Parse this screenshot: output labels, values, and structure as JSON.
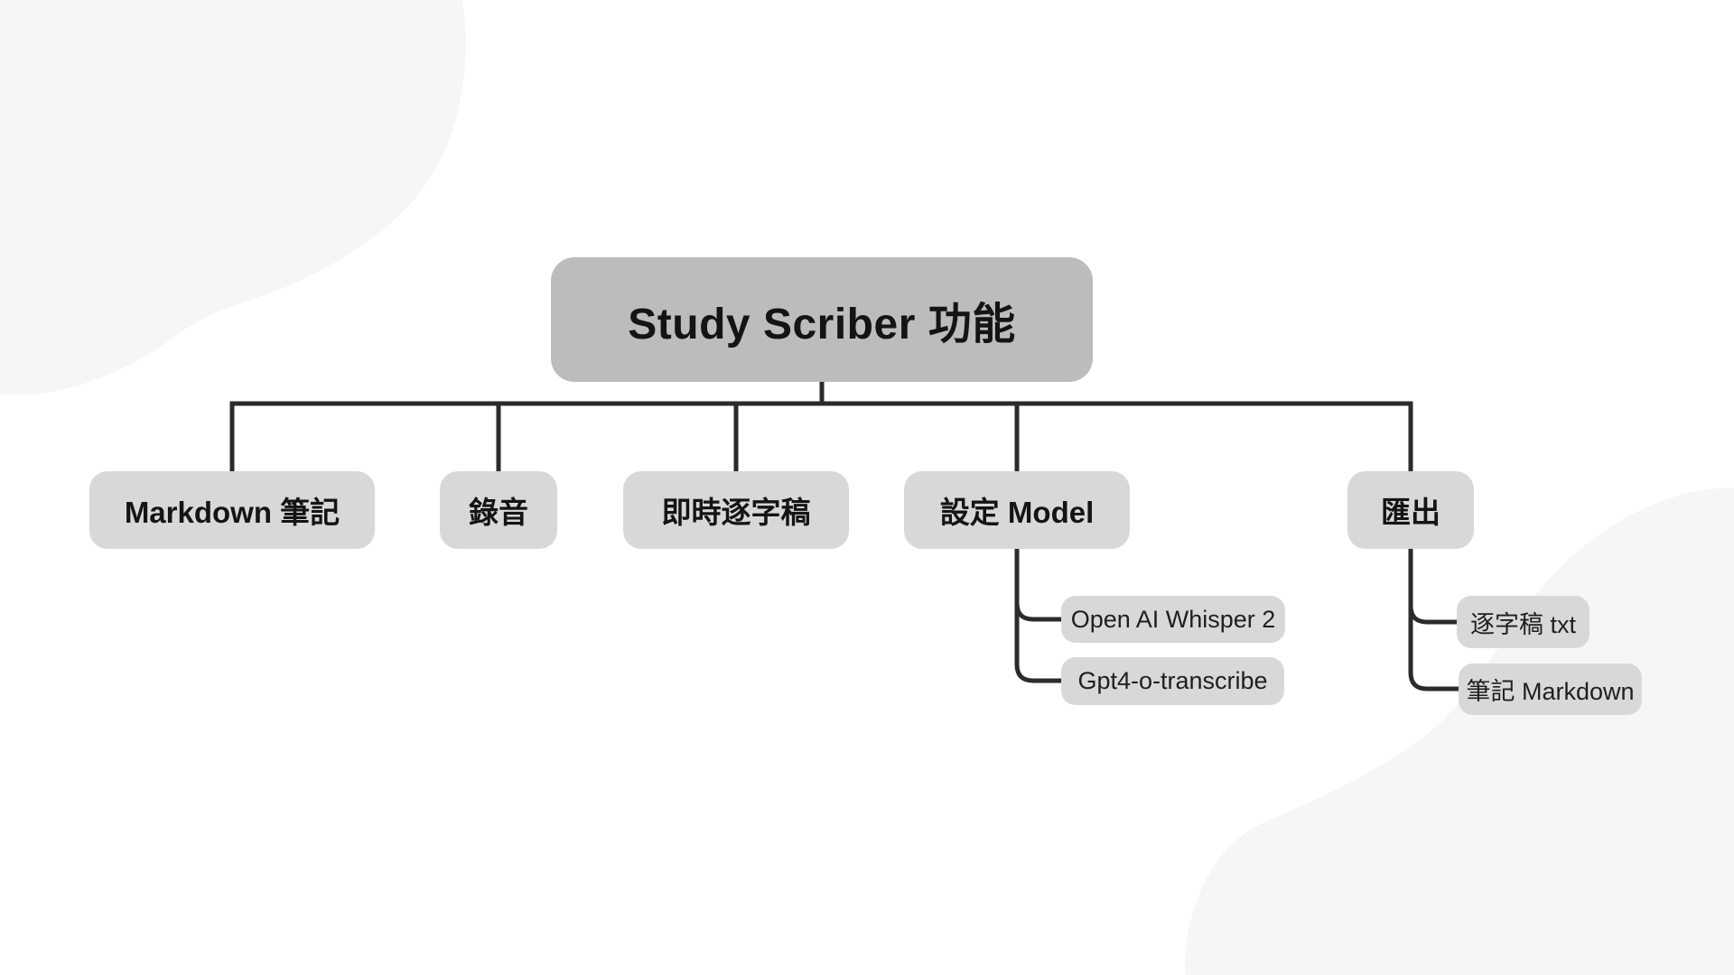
{
  "diagram": {
    "root": {
      "label": "Study Scriber 功能"
    },
    "branches": [
      {
        "label": "Markdown 筆記",
        "children": []
      },
      {
        "label": "錄音",
        "children": []
      },
      {
        "label": "即時逐字稿",
        "children": []
      },
      {
        "label": "設定 Model",
        "children": [
          {
            "label": "Open AI Whisper 2"
          },
          {
            "label": "Gpt4-o-transcribe"
          }
        ]
      },
      {
        "label": "匯出",
        "children": [
          {
            "label": "逐字稿 txt"
          },
          {
            "label": "筆記 Markdown"
          }
        ]
      }
    ]
  },
  "colors": {
    "background": "#ffffff",
    "blob": "#f6f6f6",
    "root_fill": "#bcbcbc",
    "node_fill": "#d8d8d8",
    "connector": "#2b2b2b",
    "text": "#141414"
  }
}
